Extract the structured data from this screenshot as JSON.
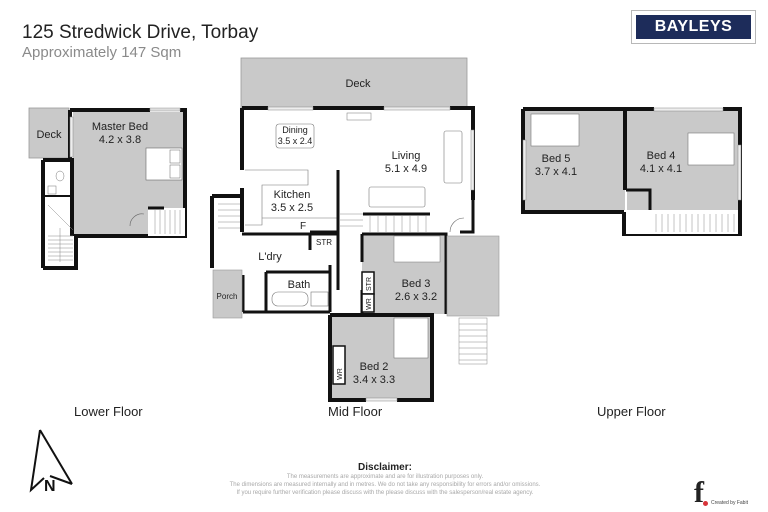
{
  "header": {
    "address": "125 Stredwick Drive, Torbay",
    "area": "Approximately 147 Sqm"
  },
  "brand": {
    "logo_text": "BAYLEYS",
    "logo_color": "#1d2c5a"
  },
  "floors": {
    "lower": {
      "label": "Lower Floor",
      "rooms": [
        {
          "name": "Deck",
          "size": ""
        },
        {
          "name": "Master Bed",
          "size": "4.2 x 3.8"
        }
      ]
    },
    "mid": {
      "label": "Mid Floor",
      "rooms": [
        {
          "name": "Deck",
          "size": ""
        },
        {
          "name": "Dining",
          "size": "3.5 x 2.4"
        },
        {
          "name": "Living",
          "size": "5.1 x 4.9"
        },
        {
          "name": "Kitchen",
          "size": "3.5 x 2.5"
        },
        {
          "name": "F",
          "size": ""
        },
        {
          "name": "STR",
          "size": ""
        },
        {
          "name": "L'dry",
          "size": ""
        },
        {
          "name": "Bath",
          "size": ""
        },
        {
          "name": "Porch",
          "size": ""
        },
        {
          "name": "Bed 3",
          "size": "2.6 x 3.2"
        },
        {
          "name": "STR",
          "size": ""
        },
        {
          "name": "WR",
          "size": ""
        },
        {
          "name": "Bed 2",
          "size": "3.4 x 3.3"
        },
        {
          "name": "WR",
          "size": ""
        }
      ]
    },
    "upper": {
      "label": "Upper Floor",
      "rooms": [
        {
          "name": "Bed 5",
          "size": "3.7 x 4.1"
        },
        {
          "name": "Bed 4",
          "size": "4.1 x 4.1"
        }
      ]
    }
  },
  "compass": {
    "label": "N"
  },
  "disclaimer": {
    "heading": "Disclaimer:",
    "lines": [
      "The measurements are approximate and are for illustration purposes only.",
      "The dimensions are measured internally and in metres. We do not take any responsibility for errors and/or omissions.",
      "If you require further verification please discuss with the please discuss with the salesperson/real estate agency."
    ]
  },
  "credit": {
    "mark": "f",
    "text": "Created by Fabit",
    "dot_color": "#d8343a"
  },
  "colors": {
    "room_fill": "#c9c9c9",
    "wall": "#111111",
    "deck_fill": "#c9c9c9"
  }
}
